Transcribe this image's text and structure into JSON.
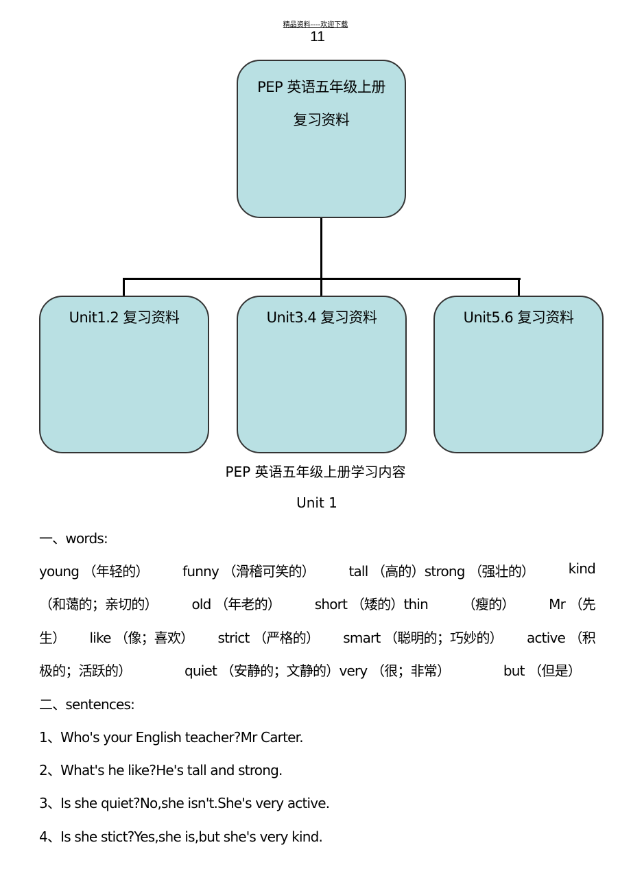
{
  "header": {
    "watermark": "精品资料----欢迎下载",
    "page_number": "11"
  },
  "diagram": {
    "root": [
      "PEP 英语五年级上册",
      "复习资料"
    ],
    "children": [
      "Unit1.2 复习资料",
      "Unit3.4 复习资料",
      "Unit5.6 复习资料"
    ]
  },
  "title": "PEP 英语五年级上册学习内容",
  "unit": "Unit 1",
  "words_heading": "一、words:",
  "word_lines": [
    [
      "young （年轻的）",
      "funny （滑稽可笑的）",
      "tall （高的）strong （强壮的）",
      "kind"
    ],
    [
      "（和蔼的；亲切的）",
      "old （年老的）",
      "short （矮的）thin",
      "（瘦的）",
      "Mr （先"
    ],
    [
      "生）",
      "like （像；喜欢）",
      "strict （严格的）",
      "smart （聪明的；巧妙的）",
      "active （积"
    ],
    [
      "极的；活跃的）",
      "quiet （安静的；文静的）very （很；非常）",
      "but （但是）"
    ]
  ],
  "sentences_heading": "二、sentences:",
  "sentences": [
    "1、Who's your English teacher?Mr Carter.",
    "2、What's he like?He's tall and strong.",
    "3、Is she quiet?No,she isn't.She's very active.",
    "4、Is she stict?Yes,she is,but she's very kind."
  ]
}
